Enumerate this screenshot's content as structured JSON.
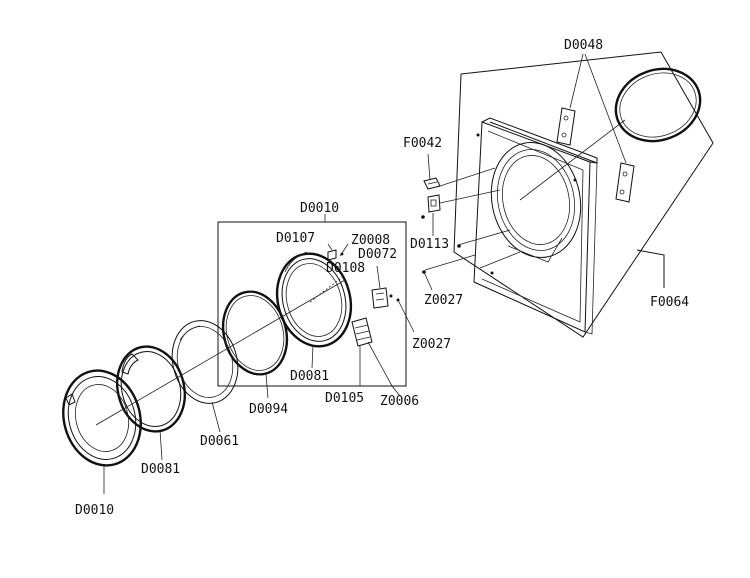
{
  "labels": {
    "d0048": "D0048",
    "f0042": "F0042",
    "d0113": "D0113",
    "z0027_top": "Z0027",
    "f0064": "F0064",
    "d0010_box": "D0010",
    "d0107": "D0107",
    "z0008": "Z0008",
    "d0072": "D0072",
    "d0108": "D0108",
    "z0027_mid": "Z0027",
    "d0081_inner": "D0081",
    "d0105": "D0105",
    "z0006": "Z0006",
    "d0094": "D0094",
    "d0061": "D0061",
    "d0081_outer": "D0081",
    "d0010_door": "D0010"
  }
}
